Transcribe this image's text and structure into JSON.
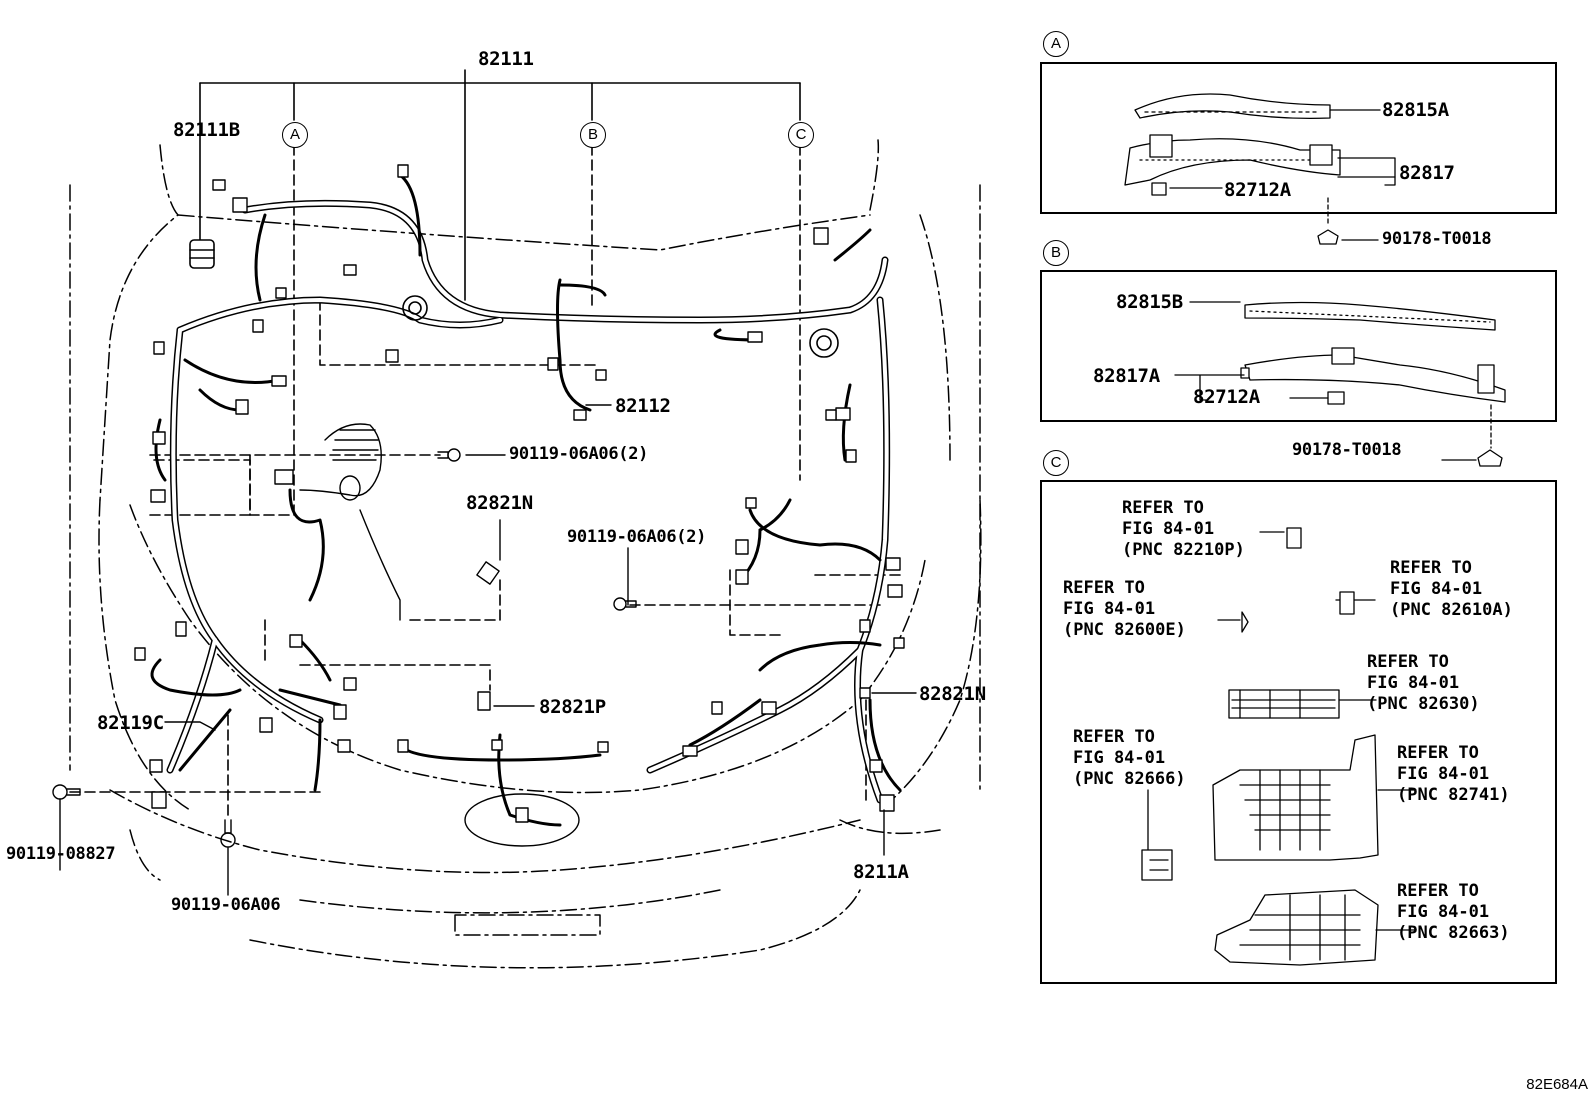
{
  "labels": {
    "main_harness": "82111",
    "harness_b": "82111B",
    "callout_a": "A",
    "callout_b": "B",
    "callout_c": "C",
    "part_82112": "82112",
    "bolt_90119_06a06_2_upper": "90119-06A06(2)",
    "bolt_90119_06a06_2_lower": "90119-06A06(2)",
    "part_82821n_center": "82821N",
    "part_82821n_right": "82821N",
    "part_82821p": "82821P",
    "part_82119c": "82119C",
    "bolt_90119_08827": "90119-08827",
    "bolt_90119_06a06": "90119-06A06",
    "part_8211a": "8211A"
  },
  "panel_a": {
    "callout": "A",
    "p1": "82815A",
    "p2": "82817",
    "p3": "82712A",
    "clip": "90178-T0018"
  },
  "panel_b": {
    "callout": "B",
    "p1": "82815B",
    "p2": "82817A",
    "p3": "82712A",
    "clip": "90178-T0018"
  },
  "panel_c": {
    "callout": "C",
    "refs": [
      "REFER TO\nFIG 84-01\n(PNC 82210P)",
      "REFER TO\nFIG 84-01\n(PNC 82600E)",
      "REFER TO\nFIG 84-01\n(PNC 82610A)",
      "REFER TO\nFIG 84-01\n(PNC 82630)",
      "REFER TO\nFIG 84-01\n(PNC 82666)",
      "REFER TO\nFIG 84-01\n(PNC 82741)",
      "REFER TO\nFIG 84-01\n(PNC 82663)"
    ]
  },
  "figure_code": "82E684A"
}
